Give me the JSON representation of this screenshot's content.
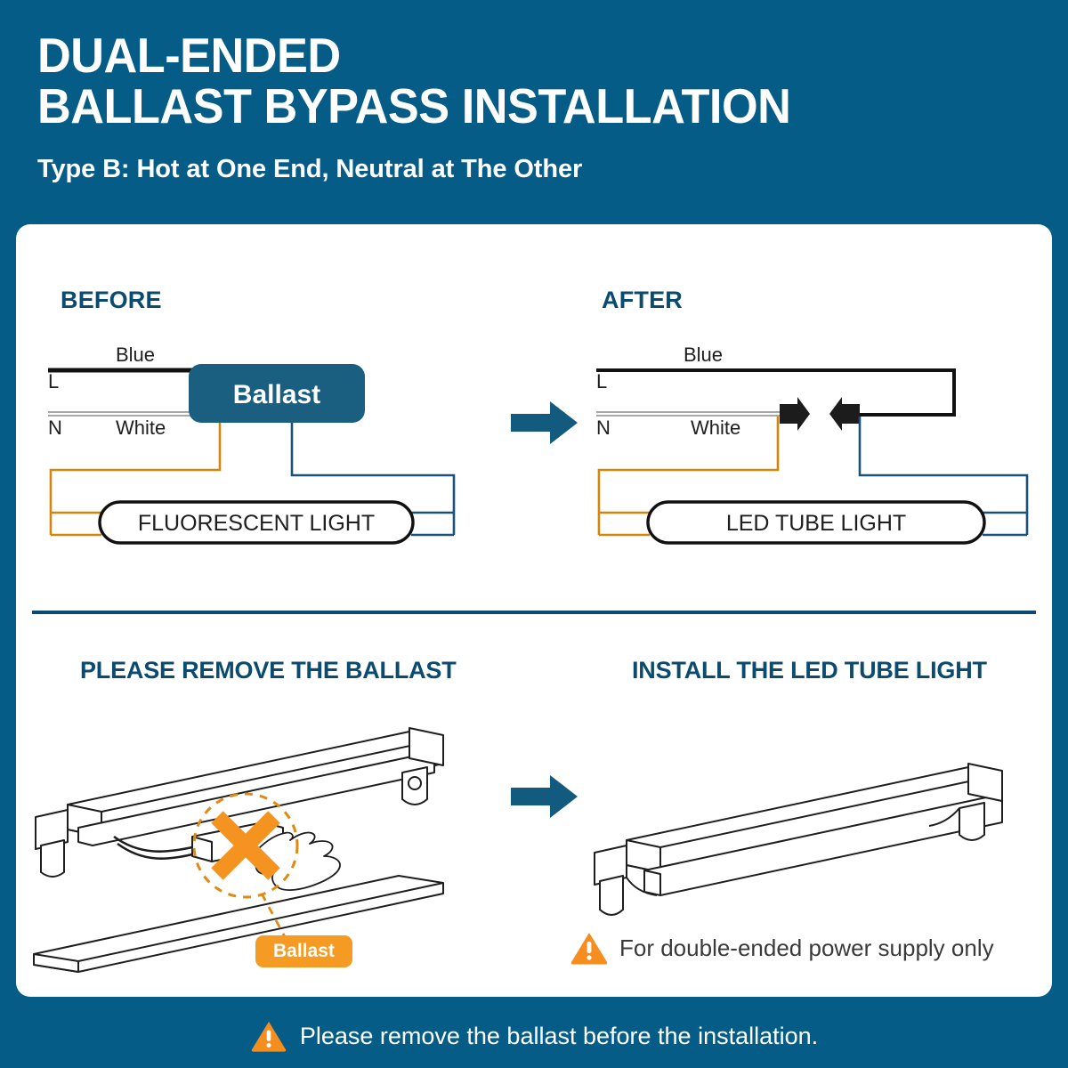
{
  "theme": {
    "background": "#055D87",
    "card_background": "#FFFFFF",
    "accent_blue": "#0C4B70",
    "ballast_box_blue": "#1A5E80",
    "arrow_blue": "#125A7E",
    "wire_orange": "#D4860B",
    "wire_blue": "#1A5278",
    "badge_orange": "#F59A23",
    "warning_orange": "#F58E1E",
    "wire_black": "#111111",
    "wire_gray": "#8C8C8C"
  },
  "header": {
    "title_line_1": "DUAL-ENDED",
    "title_line_2": "BALLAST BYPASS INSTALLATION",
    "subtitle": "Type B: Hot at One End, Neutral at The Other"
  },
  "top_panel": {
    "before": {
      "label": "BEFORE",
      "terminal_live": "L",
      "terminal_neutral": "N",
      "wire_blue_label": "Blue",
      "wire_white_label": "White",
      "ballast_box_label": "Ballast",
      "fixture_label": "FLUORESCENT LIGHT"
    },
    "after": {
      "label": "AFTER",
      "terminal_live": "L",
      "terminal_neutral": "N",
      "wire_blue_label": "Blue",
      "wire_white_label": "White",
      "fixture_label": "LED TUBE LIGHT"
    },
    "transition_arrow": "arrow-right-icon"
  },
  "bottom_panel": {
    "left": {
      "label": "PLEASE REMOVE THE BALLAST",
      "callout_badge": "Ballast",
      "forbid_marker": "x-mark-icon",
      "highlight_circle": "dashed-circle-icon"
    },
    "right": {
      "label": "INSTALL THE LED TUBE LIGHT",
      "note": "For double-ended power supply only",
      "note_icon": "warning-triangle-icon"
    },
    "transition_arrow": "arrow-right-icon"
  },
  "footer": {
    "icon": "warning-triangle-icon",
    "text": "Please remove the ballast before the installation."
  }
}
